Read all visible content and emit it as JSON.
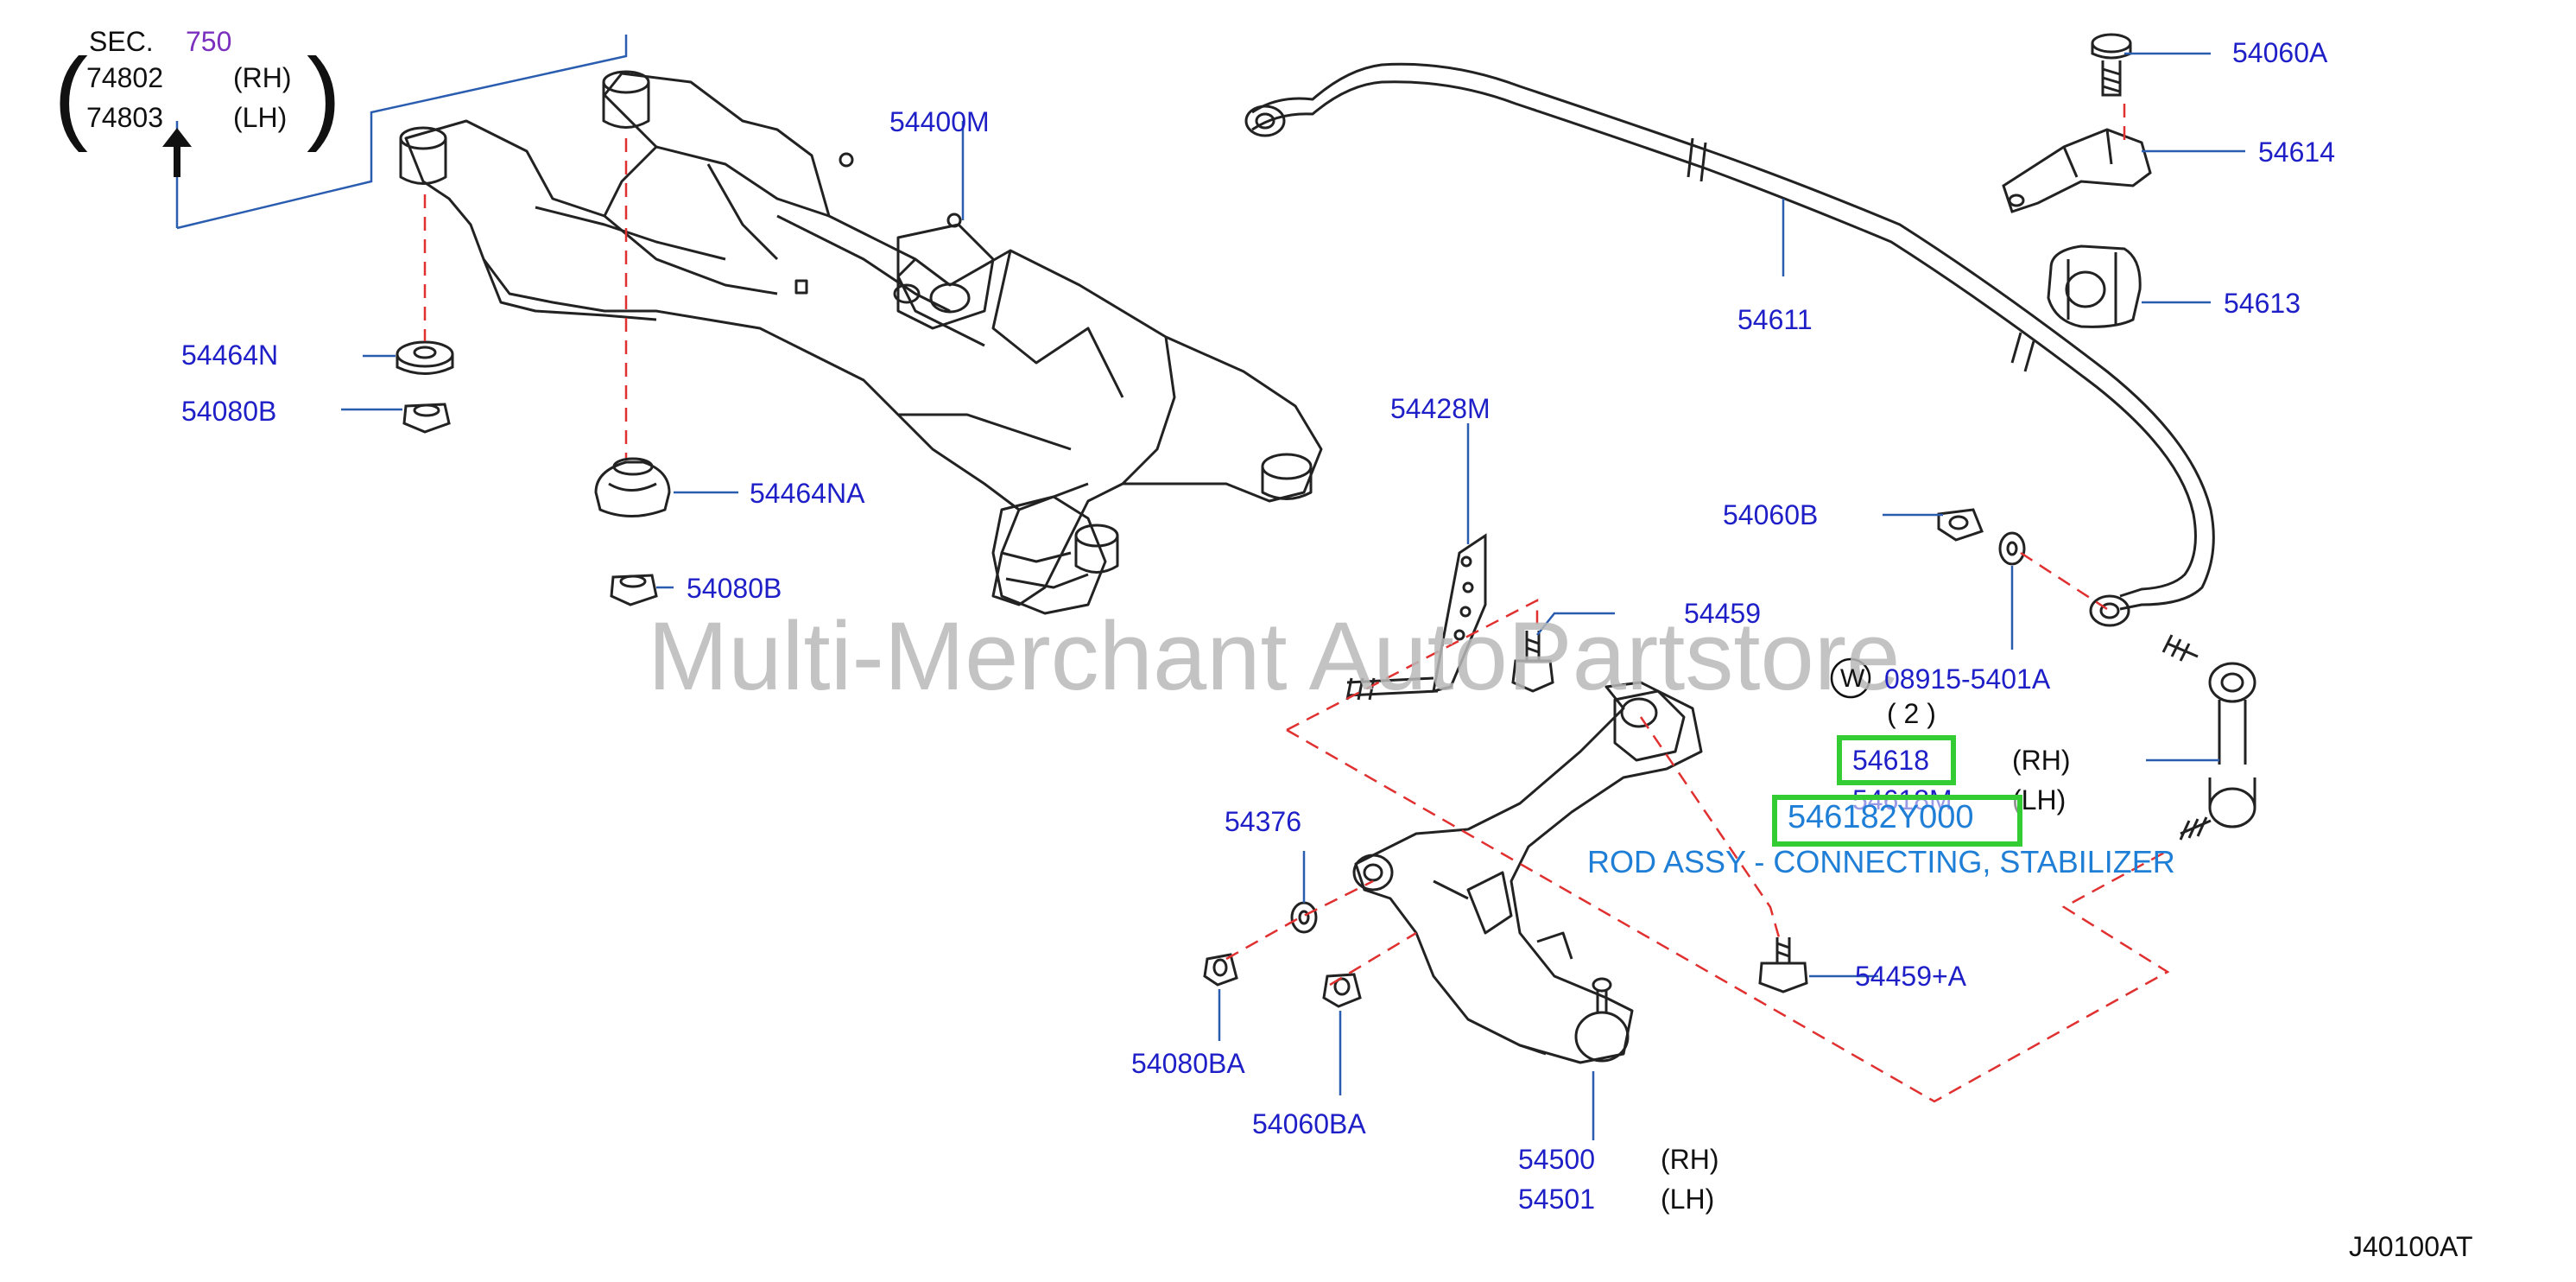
{
  "diagram_code": "J40100AT",
  "watermark": "Multi-Merchant AutoPartstore",
  "section_ref": {
    "sec_label": "SEC.",
    "sec_number": "750",
    "rows": [
      {
        "part": "74802",
        "side": "(RH)"
      },
      {
        "part": "74803",
        "side": "(LH)"
      }
    ]
  },
  "callouts": {
    "p54400M": "54400M",
    "p54464N": "54464N",
    "p54080B_a": "54080B",
    "p54464NA": "54464NA",
    "p54080B_b": "54080B",
    "p54611": "54611",
    "p54060A": "54060A",
    "p54614": "54614",
    "p54613": "54613",
    "p54428M": "54428M",
    "p54060B": "54060B",
    "p54459": "54459",
    "p08915": "08915-5401A",
    "qty2": "( 2 )",
    "w_mark": "W",
    "p54618": "54618",
    "p54618_rh": "(RH)",
    "p54618M": "54618M",
    "p54618M_lh": "(LH)",
    "p54376": "54376",
    "p54080BA": "54080BA",
    "p54060BA": "54060BA",
    "p54459A": "54459+A",
    "p54500": "54500",
    "p54500_rh": "(RH)",
    "p54501": "54501",
    "p54501_lh": "(LH)"
  },
  "highlight": {
    "part_number": "546182Y000",
    "description": "ROD ASSY - CONNECTING, STABILIZER",
    "border_color": "#33cc33",
    "text_color": "#1f7fd6"
  },
  "colors": {
    "callout": "#1f1fc8",
    "leader": "#2a5db0",
    "dashed_leader": "#e03030",
    "line_art": "#222222"
  }
}
